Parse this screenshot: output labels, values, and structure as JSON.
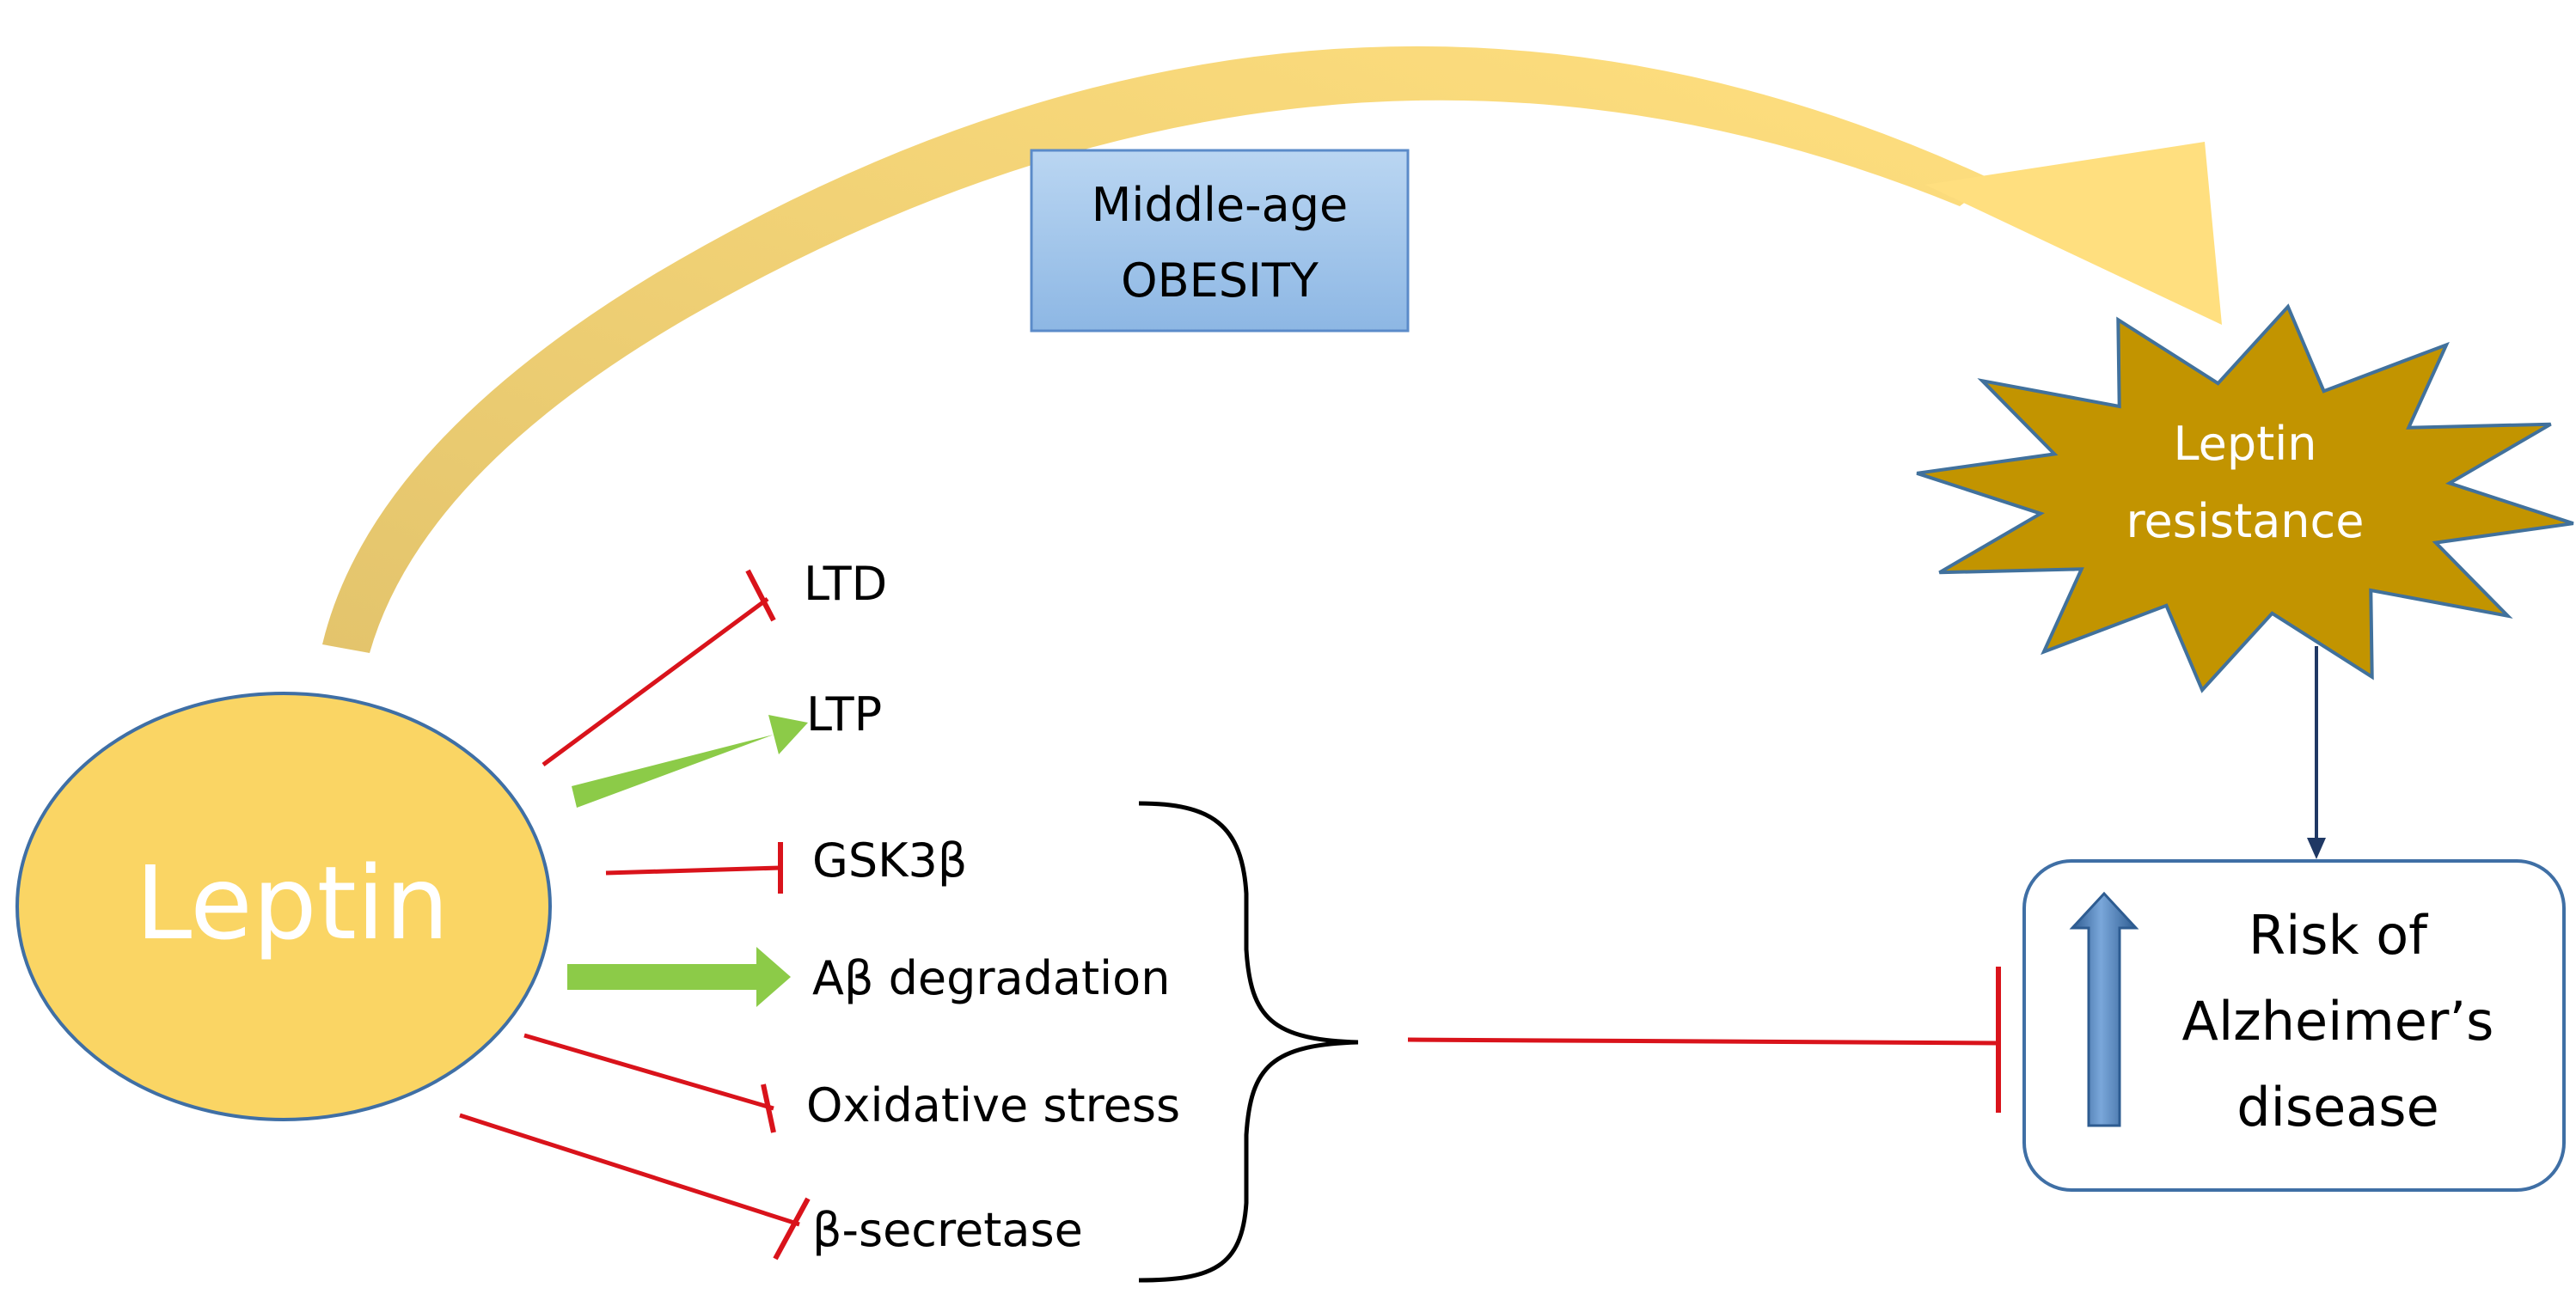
{
  "nodes": {
    "leptin": {
      "label": "Leptin"
    },
    "obesity": {
      "line1": "Middle-age",
      "line2": "OBESITY"
    },
    "resistance": {
      "line1": "Leptin",
      "line2": "resistance"
    },
    "risk": {
      "line1": "Risk of",
      "line2": "Alzheimer’s",
      "line3": "disease"
    }
  },
  "effects": [
    {
      "label": "LTD",
      "effect": "inhibits"
    },
    {
      "label": "LTP",
      "effect": "promotes"
    },
    {
      "label": "GSK3β",
      "effect": "inhibits"
    },
    {
      "label": "Aβ degradation",
      "effect": "promotes"
    },
    {
      "label": "Oxidative stress",
      "effect": "inhibits"
    },
    {
      "label": "β-secretase",
      "effect": "inhibits"
    }
  ],
  "colors": {
    "leptin_fill": "#FAD564",
    "leptin_stroke": "#3F6FA5",
    "arc": "#EBCD6E",
    "star_fill": "#C29400",
    "star_stroke": "#41719C",
    "inhibit": "#D9131B",
    "promote": "#8CCB48",
    "connector": "#1F3864",
    "box_fill": "#A5C8EB",
    "risk_arrow": "#4F81BD"
  }
}
